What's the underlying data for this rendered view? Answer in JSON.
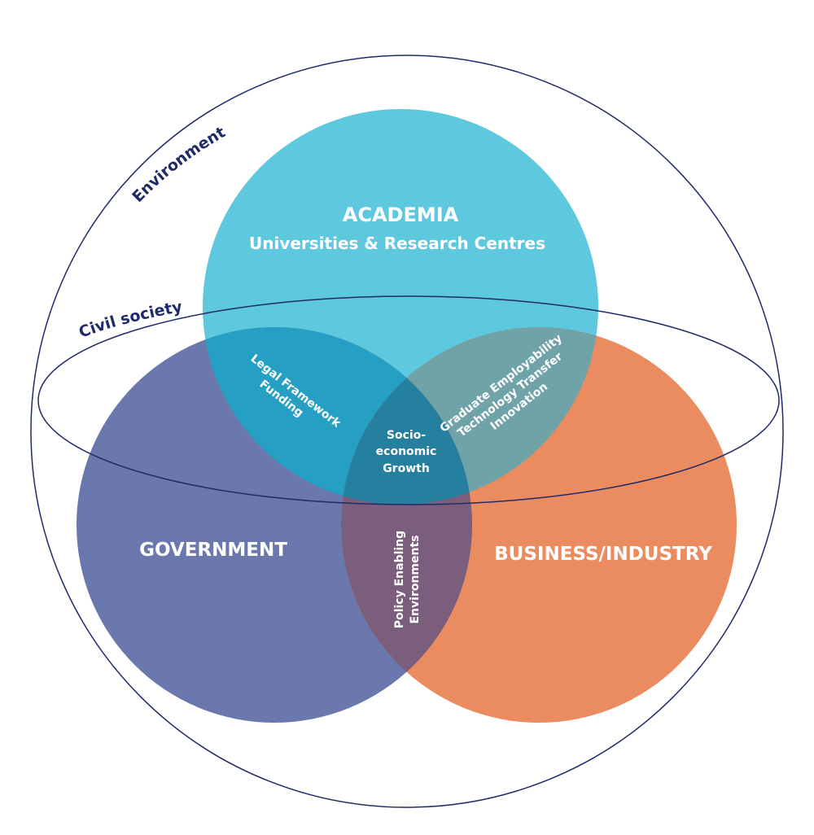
{
  "environment": {
    "label": "Environment"
  },
  "civil_society": {
    "label": "Civil society"
  },
  "academia": {
    "title": "ACADEMIA",
    "subtitle": "Universities & Research Centres",
    "color": "#5ec8df"
  },
  "government": {
    "title": "GOVERNMENT",
    "color": "#6a78ad"
  },
  "business": {
    "title": "BUSINESS/INDUSTRY",
    "color": "#eb8c60"
  },
  "overlaps": {
    "academia_government": {
      "line1": "Legal Framework",
      "line2": "Funding",
      "color": "#269fc4"
    },
    "academia_business": {
      "line1": "Graduate Employability",
      "line2": "Technology Transfer",
      "line3": "Innovation",
      "color": "#6fa3a7"
    },
    "government_business": {
      "line1": "Policy Enabling",
      "line2": "Environments",
      "color": "#7a5e7c"
    },
    "center": {
      "line1": "Socio-",
      "line2": "economic",
      "line3": "Growth",
      "color": "#25809f"
    }
  },
  "outline_color": "#1f2a6b"
}
